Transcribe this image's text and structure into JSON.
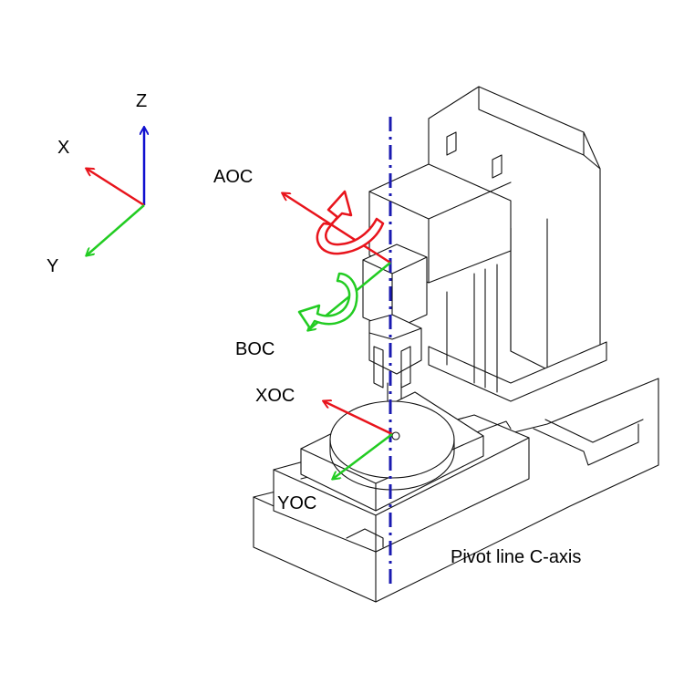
{
  "labels": {
    "world_z": "Z",
    "world_x": "X",
    "world_y": "Y",
    "aoc": "AOC",
    "boc": "BOC",
    "xoc": "XOC",
    "yoc": "YOC",
    "pivot": "Pivot line C-axis"
  },
  "colors": {
    "x_axis": "#e8141c",
    "y_axis": "#22cc22",
    "z_axis": "#1010d0",
    "rotation_a": "#e8141c",
    "rotation_b": "#22cc22",
    "pivot_line": "#1a1ab0",
    "outline": "#111111"
  },
  "icons": {
    "aoc_rotation": "curved-arrow-icon",
    "boc_rotation": "curved-arrow-icon"
  }
}
